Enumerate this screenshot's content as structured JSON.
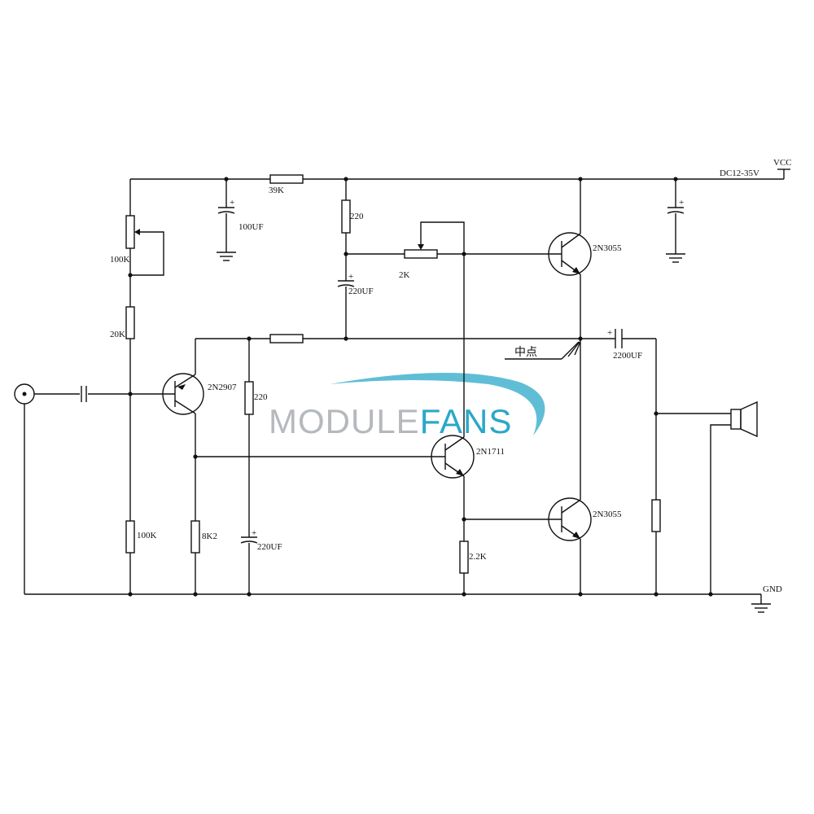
{
  "labels": {
    "vcc": "VCC",
    "supply": "DC12-35V",
    "gnd": "GND",
    "r_39k": "39K",
    "c_100uf": "100UF",
    "pot_100k": "100K",
    "r_20k": "20K",
    "r_220_top": "220",
    "c_220uf_top": "220UF",
    "pot_2k": "2K",
    "q_top": "2N3055",
    "q_bottom": "2N3055",
    "q_input": "2N2907",
    "q_driver": "2N1711",
    "midpoint": "中点",
    "c_2200uf": "2200UF",
    "r_220_mid": "220",
    "r_100k_bottom": "100K",
    "r_8k2": "8K2",
    "c_220uf_bottom": "220UF",
    "r_2k2": "2.2K"
  },
  "watermark": {
    "part1": "MODULE",
    "part2": "FANS",
    "color1": "#b5b9bd",
    "color2": "#2aa8c8",
    "swoosh": "#2aa8c8"
  },
  "colors": {
    "line": "#111111",
    "background": "#ffffff"
  }
}
